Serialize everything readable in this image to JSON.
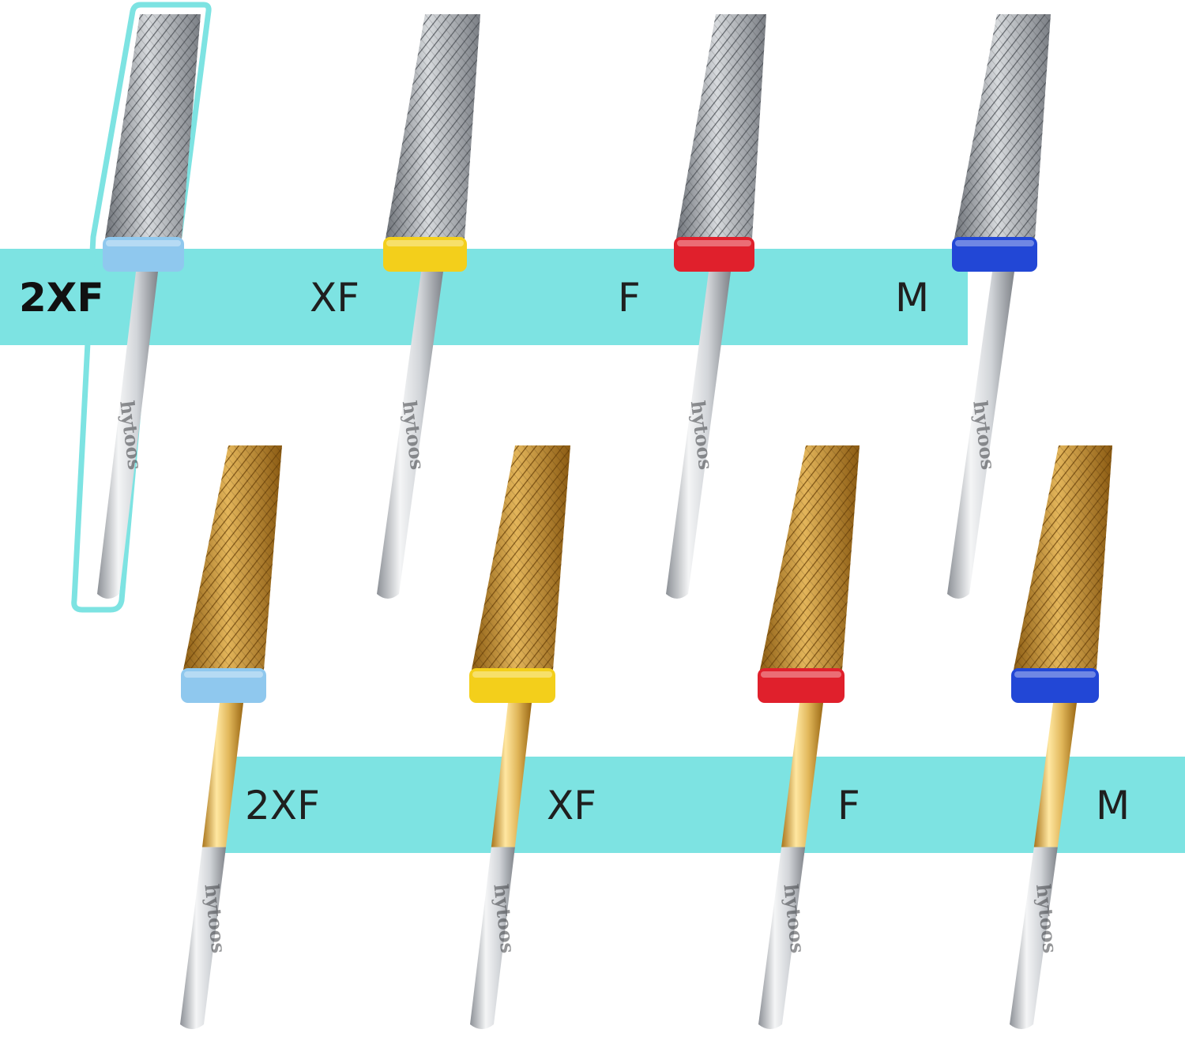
{
  "colors": {
    "band": "#7de3e2",
    "selection_outline": "#7de3e2",
    "silver": "#c9ccd0",
    "gold": "#c99a3e",
    "grade_2xf": "#8fc8ee",
    "grade_xf": "#f3cf1b",
    "grade_f": "#e0202c",
    "grade_m": "#2247d6"
  },
  "brand_engraving": "hytoos",
  "silver_row": {
    "selected_index": 0,
    "items": [
      {
        "label": "2XF",
        "grade": "grade_2xf"
      },
      {
        "label": "XF",
        "grade": "grade_xf"
      },
      {
        "label": "F",
        "grade": "grade_f"
      },
      {
        "label": "M",
        "grade": "grade_m"
      }
    ]
  },
  "gold_row": {
    "items": [
      {
        "label": "2XF",
        "grade": "grade_2xf"
      },
      {
        "label": "XF",
        "grade": "grade_xf"
      },
      {
        "label": "F",
        "grade": "grade_f"
      },
      {
        "label": "M",
        "grade": "grade_m"
      }
    ]
  }
}
